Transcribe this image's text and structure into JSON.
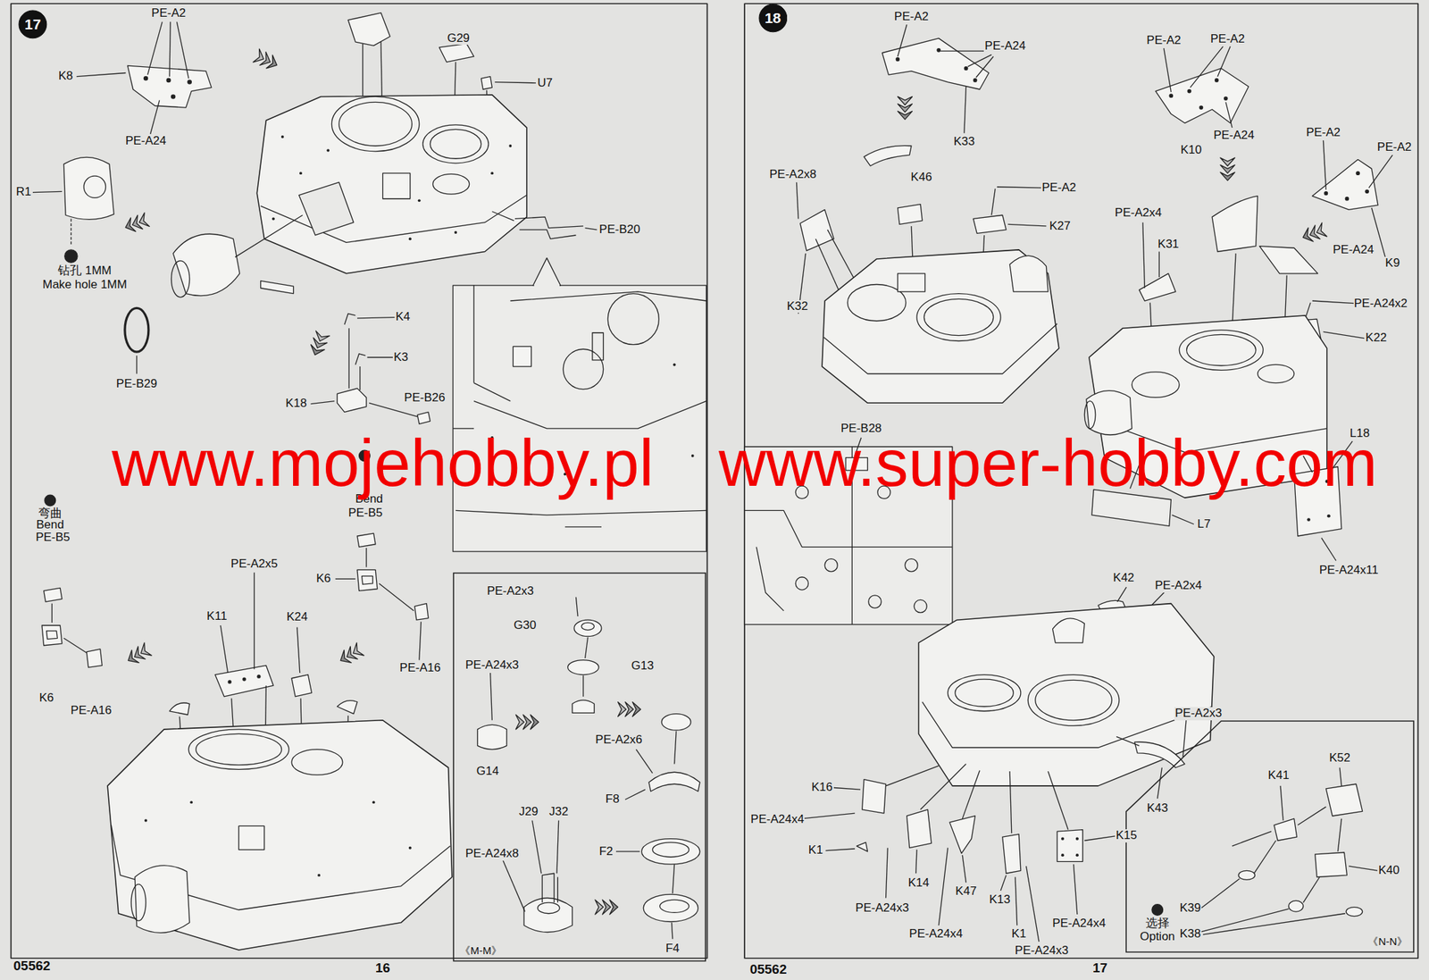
{
  "diagram": {
    "nodes": [
      {
        "text": [
          "17"
        ]
      },
      {
        "text": [
          "《M-M》"
        ]
      },
      {
        "text": [
          "18"
        ]
      },
      {
        "text": [
          "《N-N》"
        ]
      }
    ],
    "labels": [
      "PE-A2",
      "K8",
      "PE-A24",
      "G29",
      "U7",
      "R1",
      "钻孔 1MM",
      "Make hole 1MM",
      "PE-B20",
      "PE-B29",
      "K4",
      "K3",
      "K18",
      "PE-B26",
      "Bend",
      "PE-B5",
      "弯曲",
      "Bend",
      "PE-B5",
      "K6",
      "PE-A16",
      "K6",
      "PE-A16",
      "PE-A2x5",
      "K11",
      "K24",
      "05562",
      "16",
      "PE-A2x3",
      "G30",
      "PE-A24x3",
      "G13",
      "G14",
      "PE-A2x6",
      "F8",
      "J29",
      "J32",
      "PE-A24x8",
      "F2",
      "F4",
      "PE-A2",
      "PE-A24",
      "K33",
      "PE-A2",
      "PE-A2",
      "PE-A24",
      "K10",
      "PE-A2",
      "PE-A2",
      "PE-A24",
      "K9",
      "PE-A2x8",
      "K46",
      "PE-A2",
      "K27",
      "K32",
      "PE-A2x4",
      "K31",
      "PE-A24x2",
      "K22",
      "PE-B28",
      "L18",
      "L7",
      "PE-A24x11",
      "K42",
      "PE-A2x4",
      "PE-A2x3",
      "K43",
      "K16",
      "PE-A24x4",
      "K1",
      "K14",
      "PE-A24x3",
      "K47",
      "PE-A24x4",
      "K13",
      "K1",
      "PE-A24x3",
      "K15",
      "PE-A24x4",
      "K52",
      "K41",
      "K40",
      "K39",
      "K38",
      "选择",
      "Option",
      "05562",
      "17",
      "www.mojehobby.pl",
      "www.super-hobby.com"
    ]
  }
}
